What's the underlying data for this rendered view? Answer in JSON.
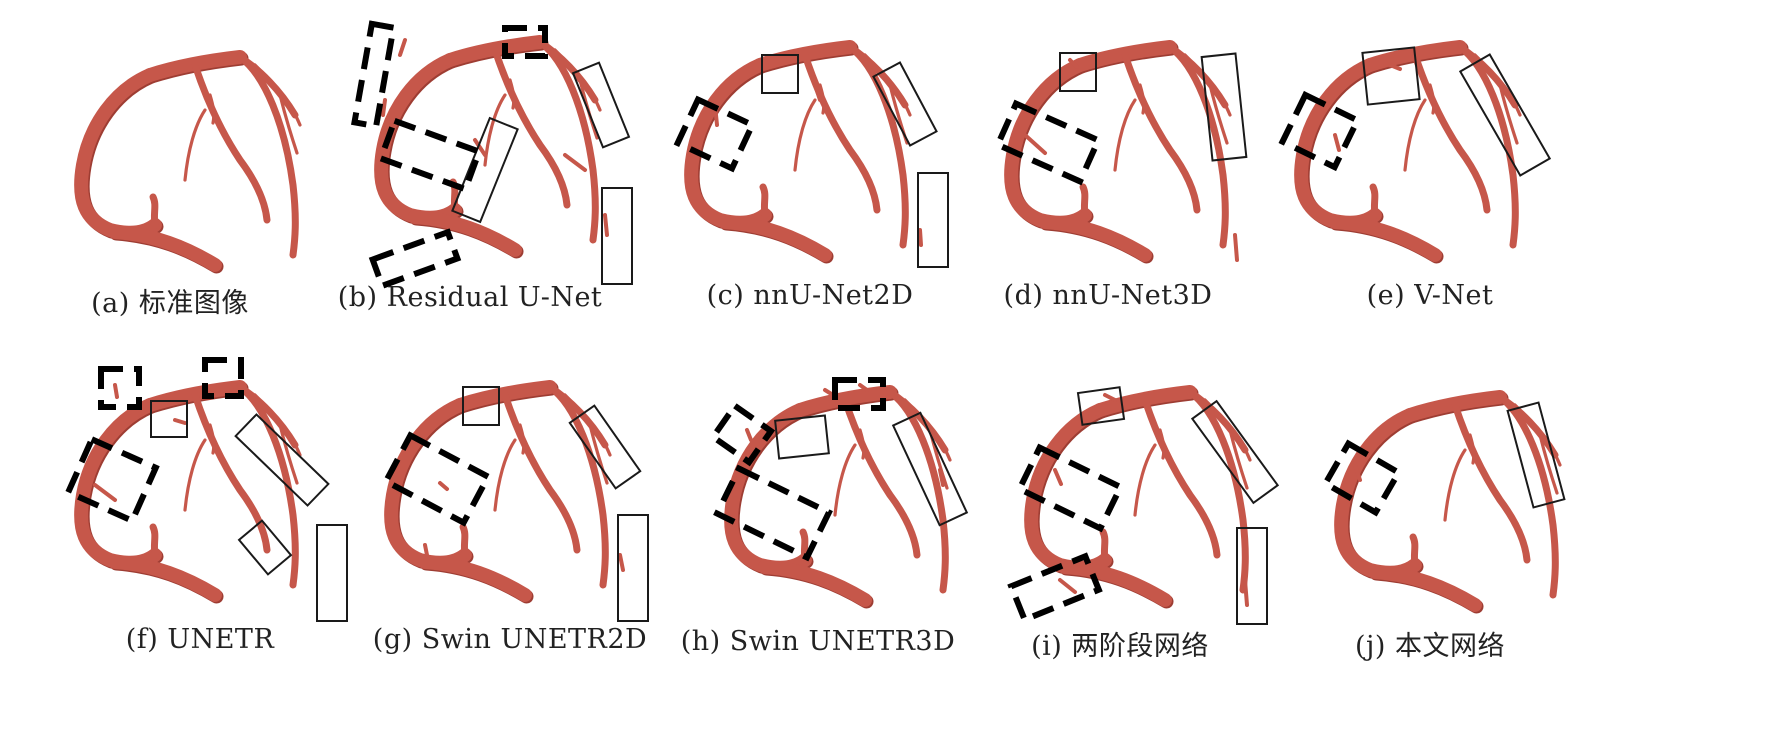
{
  "figure": {
    "vessel_color": "#c6574a",
    "vessel_shadow": "#9e3d33",
    "legend_note": "",
    "panels": [
      {
        "id": "a",
        "caption": "(a) 标准图像"
      },
      {
        "id": "b",
        "caption": "(b) Residual U-Net"
      },
      {
        "id": "c",
        "caption": "(c) nnU-Net2D"
      },
      {
        "id": "d",
        "caption": "(d) nnU-Net3D"
      },
      {
        "id": "e",
        "caption": "(e) V-Net"
      },
      {
        "id": "f",
        "caption": "(f) UNETR"
      },
      {
        "id": "g",
        "caption": "(g) Swin UNETR2D"
      },
      {
        "id": "h",
        "caption": "(h) Swin UNETR3D"
      },
      {
        "id": "i",
        "caption": "(i) 两阶段网络"
      },
      {
        "id": "j",
        "caption": "(j) 本文网络"
      }
    ]
  }
}
